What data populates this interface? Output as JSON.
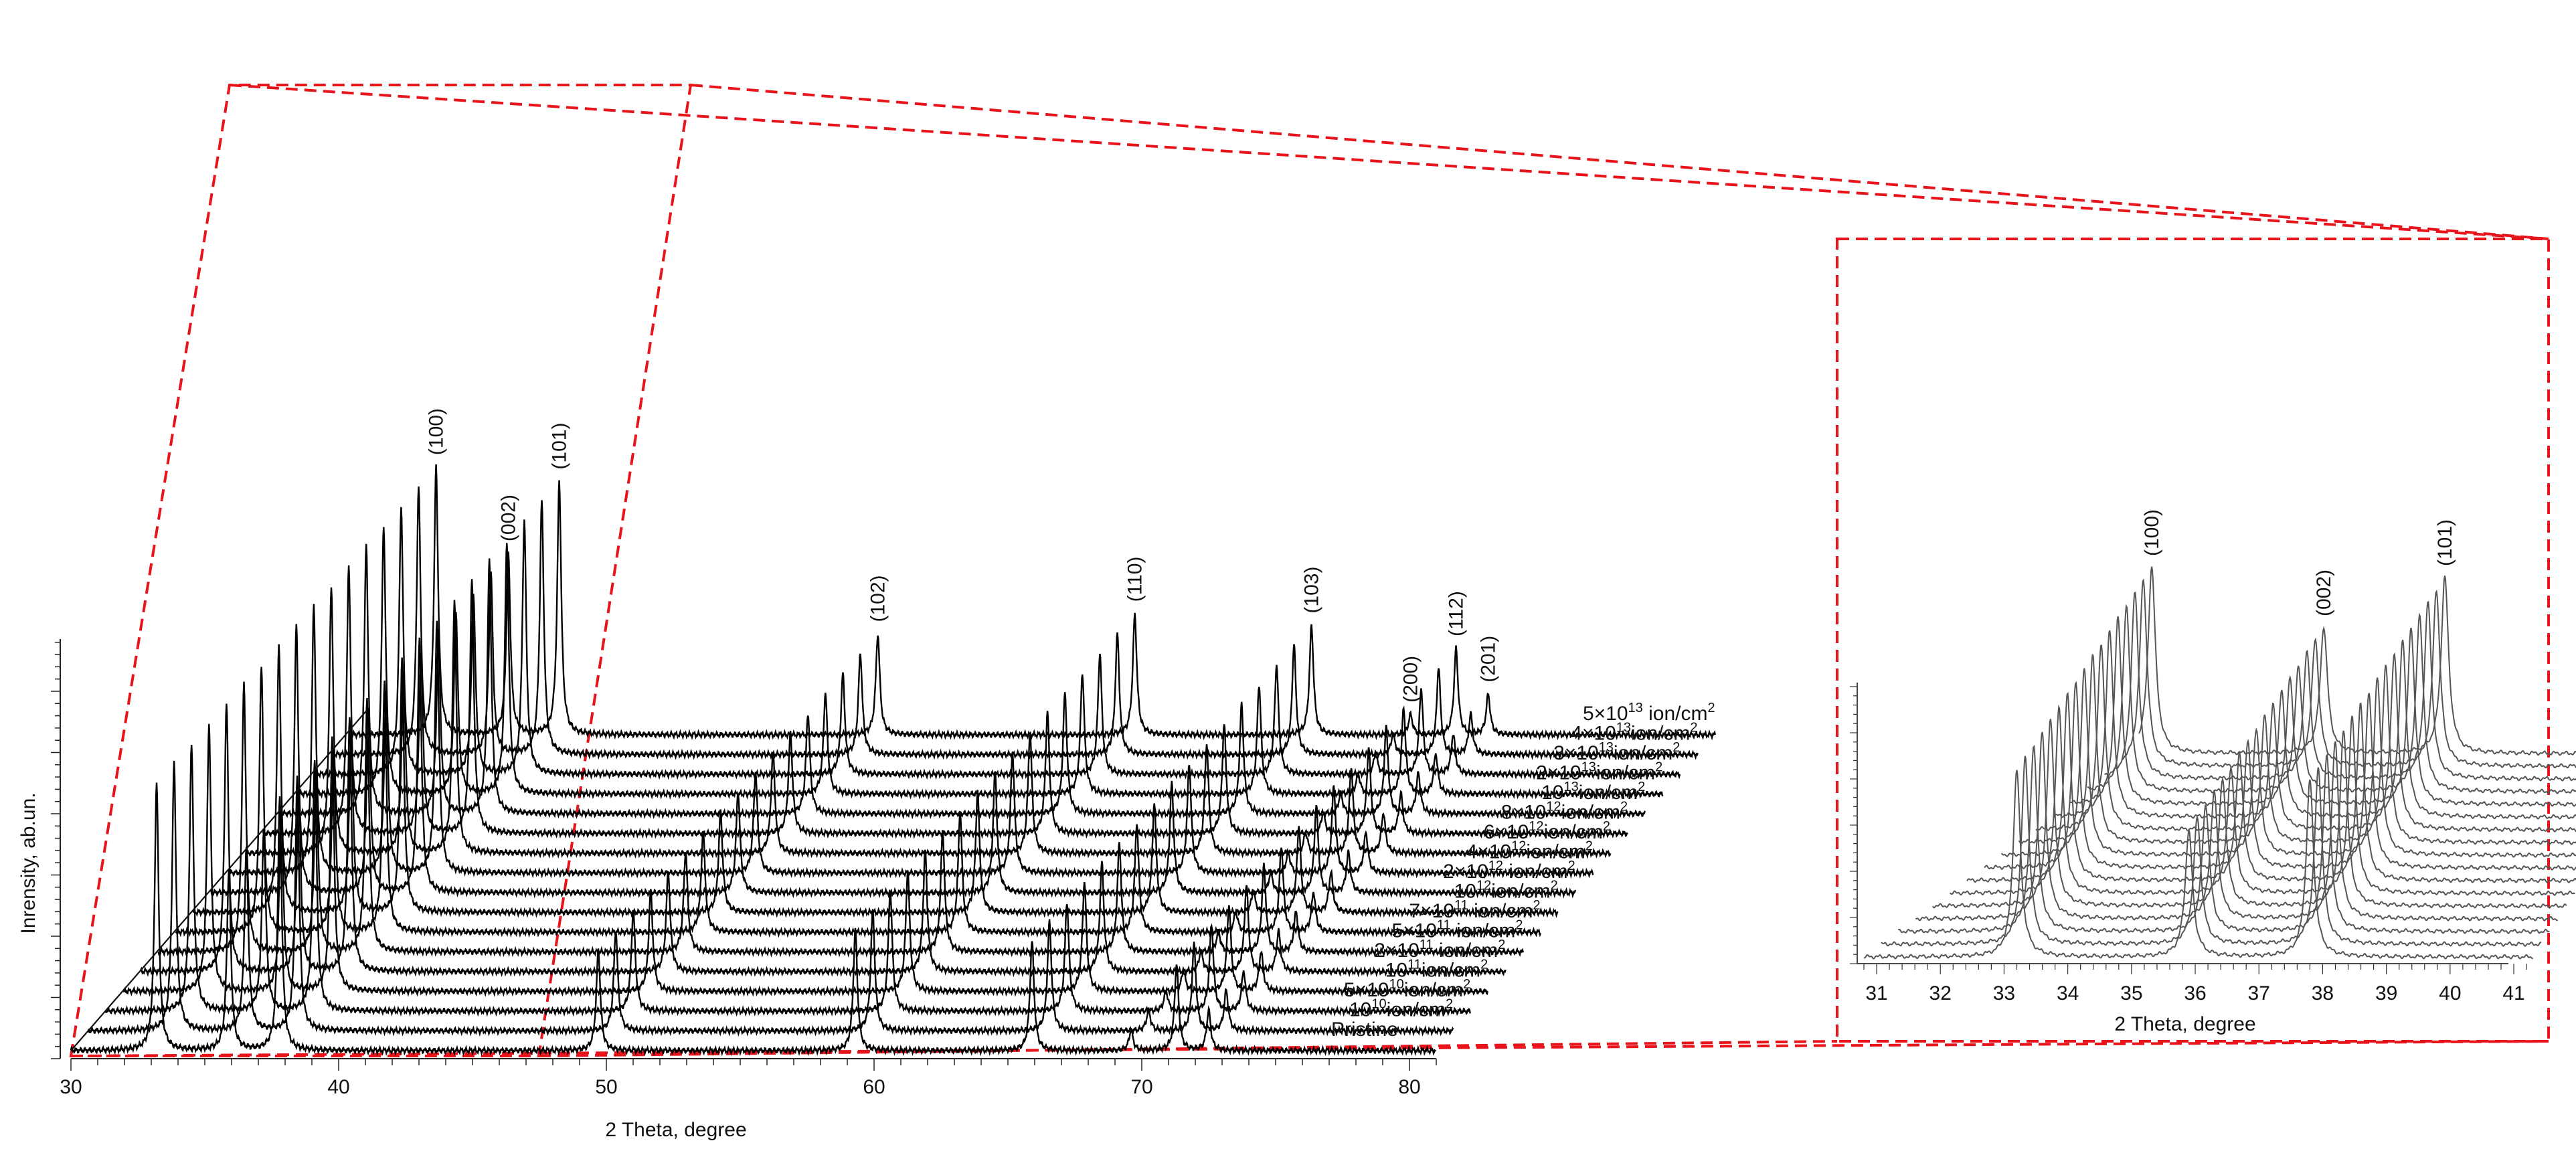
{
  "chart_data": [
    {
      "type": "line",
      "subtype": "waterfall-xrd",
      "xlabel": "2 Theta, degree",
      "ylabel": "Inrensity, ab.un.",
      "xlim": [
        30,
        81
      ],
      "x_ticks": [
        30,
        40,
        50,
        60,
        70,
        80
      ],
      "peaks": [
        {
          "label": "(100)",
          "x": 33.2,
          "height": 0.93
        },
        {
          "label": "(002)",
          "x": 35.9,
          "height": 0.63
        },
        {
          "label": "(101)",
          "x": 37.8,
          "height": 0.88
        },
        {
          "label": "(102)",
          "x": 49.7,
          "height": 0.35
        },
        {
          "label": "(110)",
          "x": 59.3,
          "height": 0.42
        },
        {
          "label": "(103)",
          "x": 65.9,
          "height": 0.38
        },
        {
          "label": "(200)",
          "x": 69.6,
          "height": 0.07
        },
        {
          "label": "(112)",
          "x": 71.3,
          "height": 0.3
        },
        {
          "label": "(201)",
          "x": 72.5,
          "height": 0.14
        }
      ],
      "series": [
        {
          "name": "Pristine",
          "base": "Pristine",
          "exp": "",
          "suffix": ""
        },
        {
          "name": "10^10 ion/cm^2",
          "base": "10",
          "exp": "10",
          "suffix": "ion/cm"
        },
        {
          "name": "5×10^10 ion/cm^2",
          "base": "5×10",
          "exp": "10",
          "suffix": "ion/cm"
        },
        {
          "name": "10^11 ion/cm^2",
          "base": "10",
          "exp": "11",
          "suffix": "ion/cm"
        },
        {
          "name": "2×10^11 ion/cm^2",
          "base": "2×10",
          "exp": "11",
          "suffix": " ion/cm"
        },
        {
          "name": "5×10^11 ion/cm^2",
          "base": "5×10",
          "exp": "11",
          "suffix": " ion/cm"
        },
        {
          "name": "7×10^11 ion/cm^2",
          "base": "7×10",
          "exp": "11",
          "suffix": " ion/cm"
        },
        {
          "name": "10^12 ion/cm^2",
          "base": "10",
          "exp": "12",
          "suffix": "ion/cm"
        },
        {
          "name": "2×10^12 ion/cm^2",
          "base": "2×10",
          "exp": "12",
          "suffix": "  ion/cm"
        },
        {
          "name": "4×10^12 ion/cm^2",
          "base": "4×10",
          "exp": "12",
          "suffix": "ion/cm"
        },
        {
          "name": "6×10^12 ion/cm^2",
          "base": "6×10",
          "exp": "12",
          "suffix": "ion/cm"
        },
        {
          "name": "8×10^12 ion/cm^2",
          "base": "8×10",
          "exp": "12",
          "suffix": "ion/cm"
        },
        {
          "name": "10^13 ion/cm^2",
          "base": "10",
          "exp": "13",
          "suffix": "ion/cm"
        },
        {
          "name": "2×10^13 ion/cm^2",
          "base": "2×10",
          "exp": "13",
          "suffix": "ion/cm"
        },
        {
          "name": "3×10^13 ion/cm^2",
          "base": "3×10",
          "exp": "13",
          "suffix": "ion/cm"
        },
        {
          "name": "4×10^13 ion/cm^2",
          "base": "4×10",
          "exp": "13",
          "suffix": "ion/cm"
        },
        {
          "name": "5×10^13 ion/cm^2",
          "base": "5×10",
          "exp": "13",
          "suffix": " ion/cm"
        }
      ],
      "line_color": "#000000"
    },
    {
      "type": "line",
      "subtype": "waterfall-xrd-zoom",
      "xlabel": "2 Theta, degree",
      "ylabel": "",
      "xlim": [
        30.8,
        41.3
      ],
      "x_ticks": [
        31,
        32,
        33,
        34,
        35,
        36,
        37,
        38,
        39,
        40,
        41
      ],
      "peaks": [
        {
          "label": "(100)",
          "x": 33.2,
          "height": 0.93
        },
        {
          "label": "(002)",
          "x": 35.9,
          "height": 0.63
        },
        {
          "label": "(101)",
          "x": 37.8,
          "height": 0.88
        }
      ],
      "series_count": 17,
      "line_color": "#555555"
    }
  ],
  "colors": {
    "zoom_box": "#e8141b",
    "main_line": "#000000",
    "inset_line": "#555555"
  }
}
